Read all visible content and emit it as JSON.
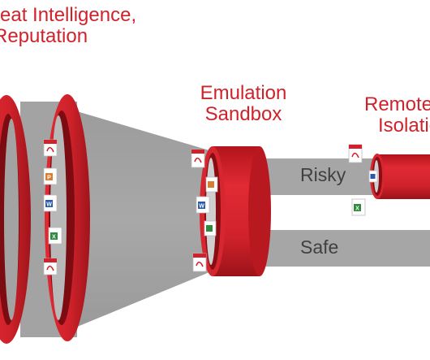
{
  "labels": {
    "threat_line1": "reat Intelligence,",
    "threat_line2": "Reputation",
    "emulation_line1": "Emulation",
    "emulation_line2": "Sandbox",
    "remote_line1": "Remote",
    "remote_line2": "Isolation"
  },
  "lanes": {
    "risky": "Risky",
    "safe": "Safe"
  },
  "file_icons": [
    {
      "type": "pdf",
      "text": "PDF",
      "brand": "Adobe"
    },
    {
      "type": "ppt",
      "text": "P"
    },
    {
      "type": "word",
      "text": "W"
    },
    {
      "type": "excel",
      "text": "X"
    },
    {
      "type": "pdf",
      "text": "PDF",
      "brand": "Adobe"
    }
  ],
  "colors": {
    "accent": "#d0222b",
    "ring_dark": "#8e0f15",
    "funnel_gray": "#a6a6a6",
    "lane_text": "#404040"
  }
}
